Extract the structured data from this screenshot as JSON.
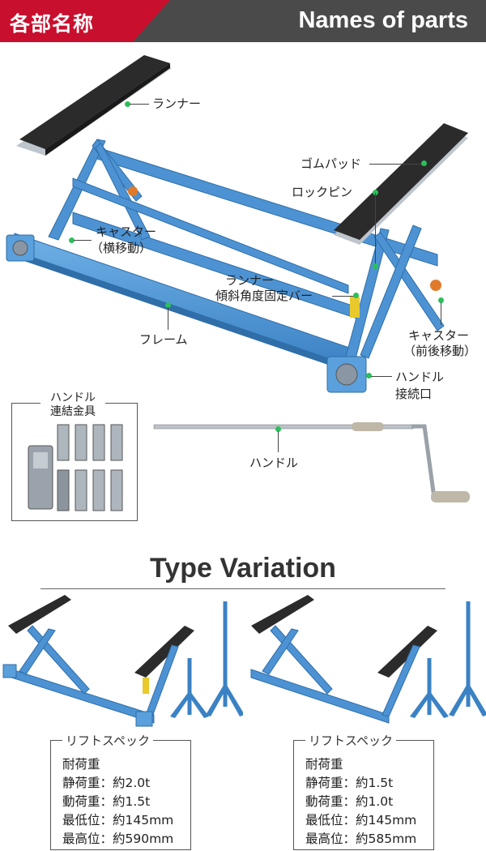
{
  "header": {
    "jp_title": "各部名称",
    "en_title": "Names of parts"
  },
  "parts": {
    "runner": "ランナー",
    "rubber_pad": "ゴムパッド",
    "lock_pin": "ロックピン",
    "caster_lateral_1": "キャスター",
    "caster_lateral_2": "（横移動）",
    "runner_bar_1": "ランナー",
    "runner_bar_2": "傾斜角度固定バー",
    "frame": "フレーム",
    "caster_front_1": "キャスター",
    "caster_front_2": "（前後移動）",
    "handle_port_1": "ハンドル",
    "handle_port_2": "接続口",
    "handle": "ハンドル",
    "handle_coupler_1": "ハンドル",
    "handle_coupler_2": "連結金具"
  },
  "type_variation": {
    "title": "Type Variation",
    "variants": [
      {
        "spec_title": "リフトスペック",
        "lines": [
          "耐荷重",
          "静荷重：約2.0t",
          "動荷重：約1.5t",
          "最低位：約145mm",
          "最高位：約590mm"
        ]
      },
      {
        "spec_title": "リフトスペック",
        "lines": [
          "耐荷重",
          "静荷重：約1.5t",
          "動荷重：約1.0t",
          "最低位：約145mm",
          "最高位：約585mm"
        ]
      }
    ]
  },
  "colors": {
    "accent_red": "#c8102e",
    "header_dark": "#4a4a4a",
    "frame_blue": "#4a90d0",
    "callout_dot": "#2bbf5a"
  }
}
